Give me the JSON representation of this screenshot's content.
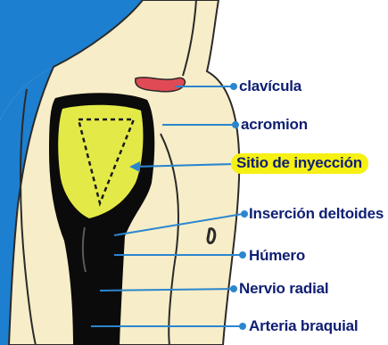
{
  "labels": {
    "clavicula": "clavícula",
    "acromion": "acromion",
    "sitio": "Sitio de inyección",
    "insercion": "Inserción deltoides",
    "humero": "Húmero",
    "nervio": "Nervio radial",
    "arteria": "Arteria braquial"
  },
  "colors": {
    "background_blue": "#1d7fd0",
    "skin": "#f7edc8",
    "outline": "#2a2a2a",
    "bone": "#0b0b0b",
    "injection_site": "#e3ea47",
    "clavicle": "#e04a55",
    "label_text": "#0e1e73",
    "leader": "#2b86cf",
    "highlight": "#f6f013"
  }
}
